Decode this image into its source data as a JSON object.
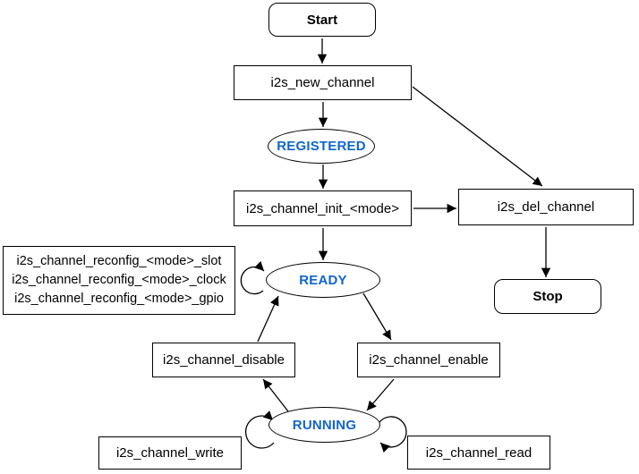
{
  "diagram": {
    "description": "I2S driver channel state machine flowchart",
    "colors": {
      "state_text": "#1166CC",
      "line": "#000000",
      "node_fill": "#ffffff",
      "node_border": "#000000"
    },
    "nodes": {
      "start": {
        "label": "Start",
        "type": "terminator"
      },
      "new_channel": {
        "label": "i2s_new_channel",
        "type": "process"
      },
      "registered": {
        "label": "REGISTERED",
        "type": "state"
      },
      "init": {
        "label": "i2s_channel_init_<mode>",
        "type": "process"
      },
      "del": {
        "label": "i2s_del_channel",
        "type": "process"
      },
      "stop": {
        "label": "Stop",
        "type": "terminator"
      },
      "reconfig": {
        "lines": [
          "i2s_channel_reconfig_<mode>_slot",
          "i2s_channel_reconfig_<mode>_clock",
          "i2s_channel_reconfig_<mode>_gpio"
        ],
        "type": "process"
      },
      "ready": {
        "label": "READY",
        "type": "state"
      },
      "disable": {
        "label": "i2s_channel_disable",
        "type": "process"
      },
      "enable": {
        "label": "i2s_channel_enable",
        "type": "process"
      },
      "running": {
        "label": "RUNNING",
        "type": "state"
      },
      "write": {
        "label": "i2s_channel_write",
        "type": "process"
      },
      "read": {
        "label": "i2s_channel_read",
        "type": "process"
      }
    },
    "edges": [
      {
        "from": "Start",
        "to": "i2s_new_channel"
      },
      {
        "from": "i2s_new_channel",
        "to": "REGISTERED"
      },
      {
        "from": "i2s_new_channel",
        "to": "i2s_del_channel"
      },
      {
        "from": "REGISTERED",
        "to": "i2s_channel_init_<mode>"
      },
      {
        "from": "i2s_channel_init_<mode>",
        "to": "READY"
      },
      {
        "from": "i2s_channel_init_<mode>",
        "to": "i2s_del_channel"
      },
      {
        "from": "i2s_del_channel",
        "to": "Stop"
      },
      {
        "from": "READY",
        "to": "READY",
        "note": "self-loop (reconfig calls)"
      },
      {
        "from": "READY",
        "to": "i2s_channel_enable"
      },
      {
        "from": "i2s_channel_disable",
        "to": "READY"
      },
      {
        "from": "i2s_channel_enable",
        "to": "RUNNING"
      },
      {
        "from": "RUNNING",
        "to": "i2s_channel_disable"
      },
      {
        "from": "RUNNING",
        "to": "RUNNING",
        "note": "self-loop (write)"
      },
      {
        "from": "RUNNING",
        "to": "RUNNING",
        "note": "self-loop (read)"
      }
    ]
  }
}
